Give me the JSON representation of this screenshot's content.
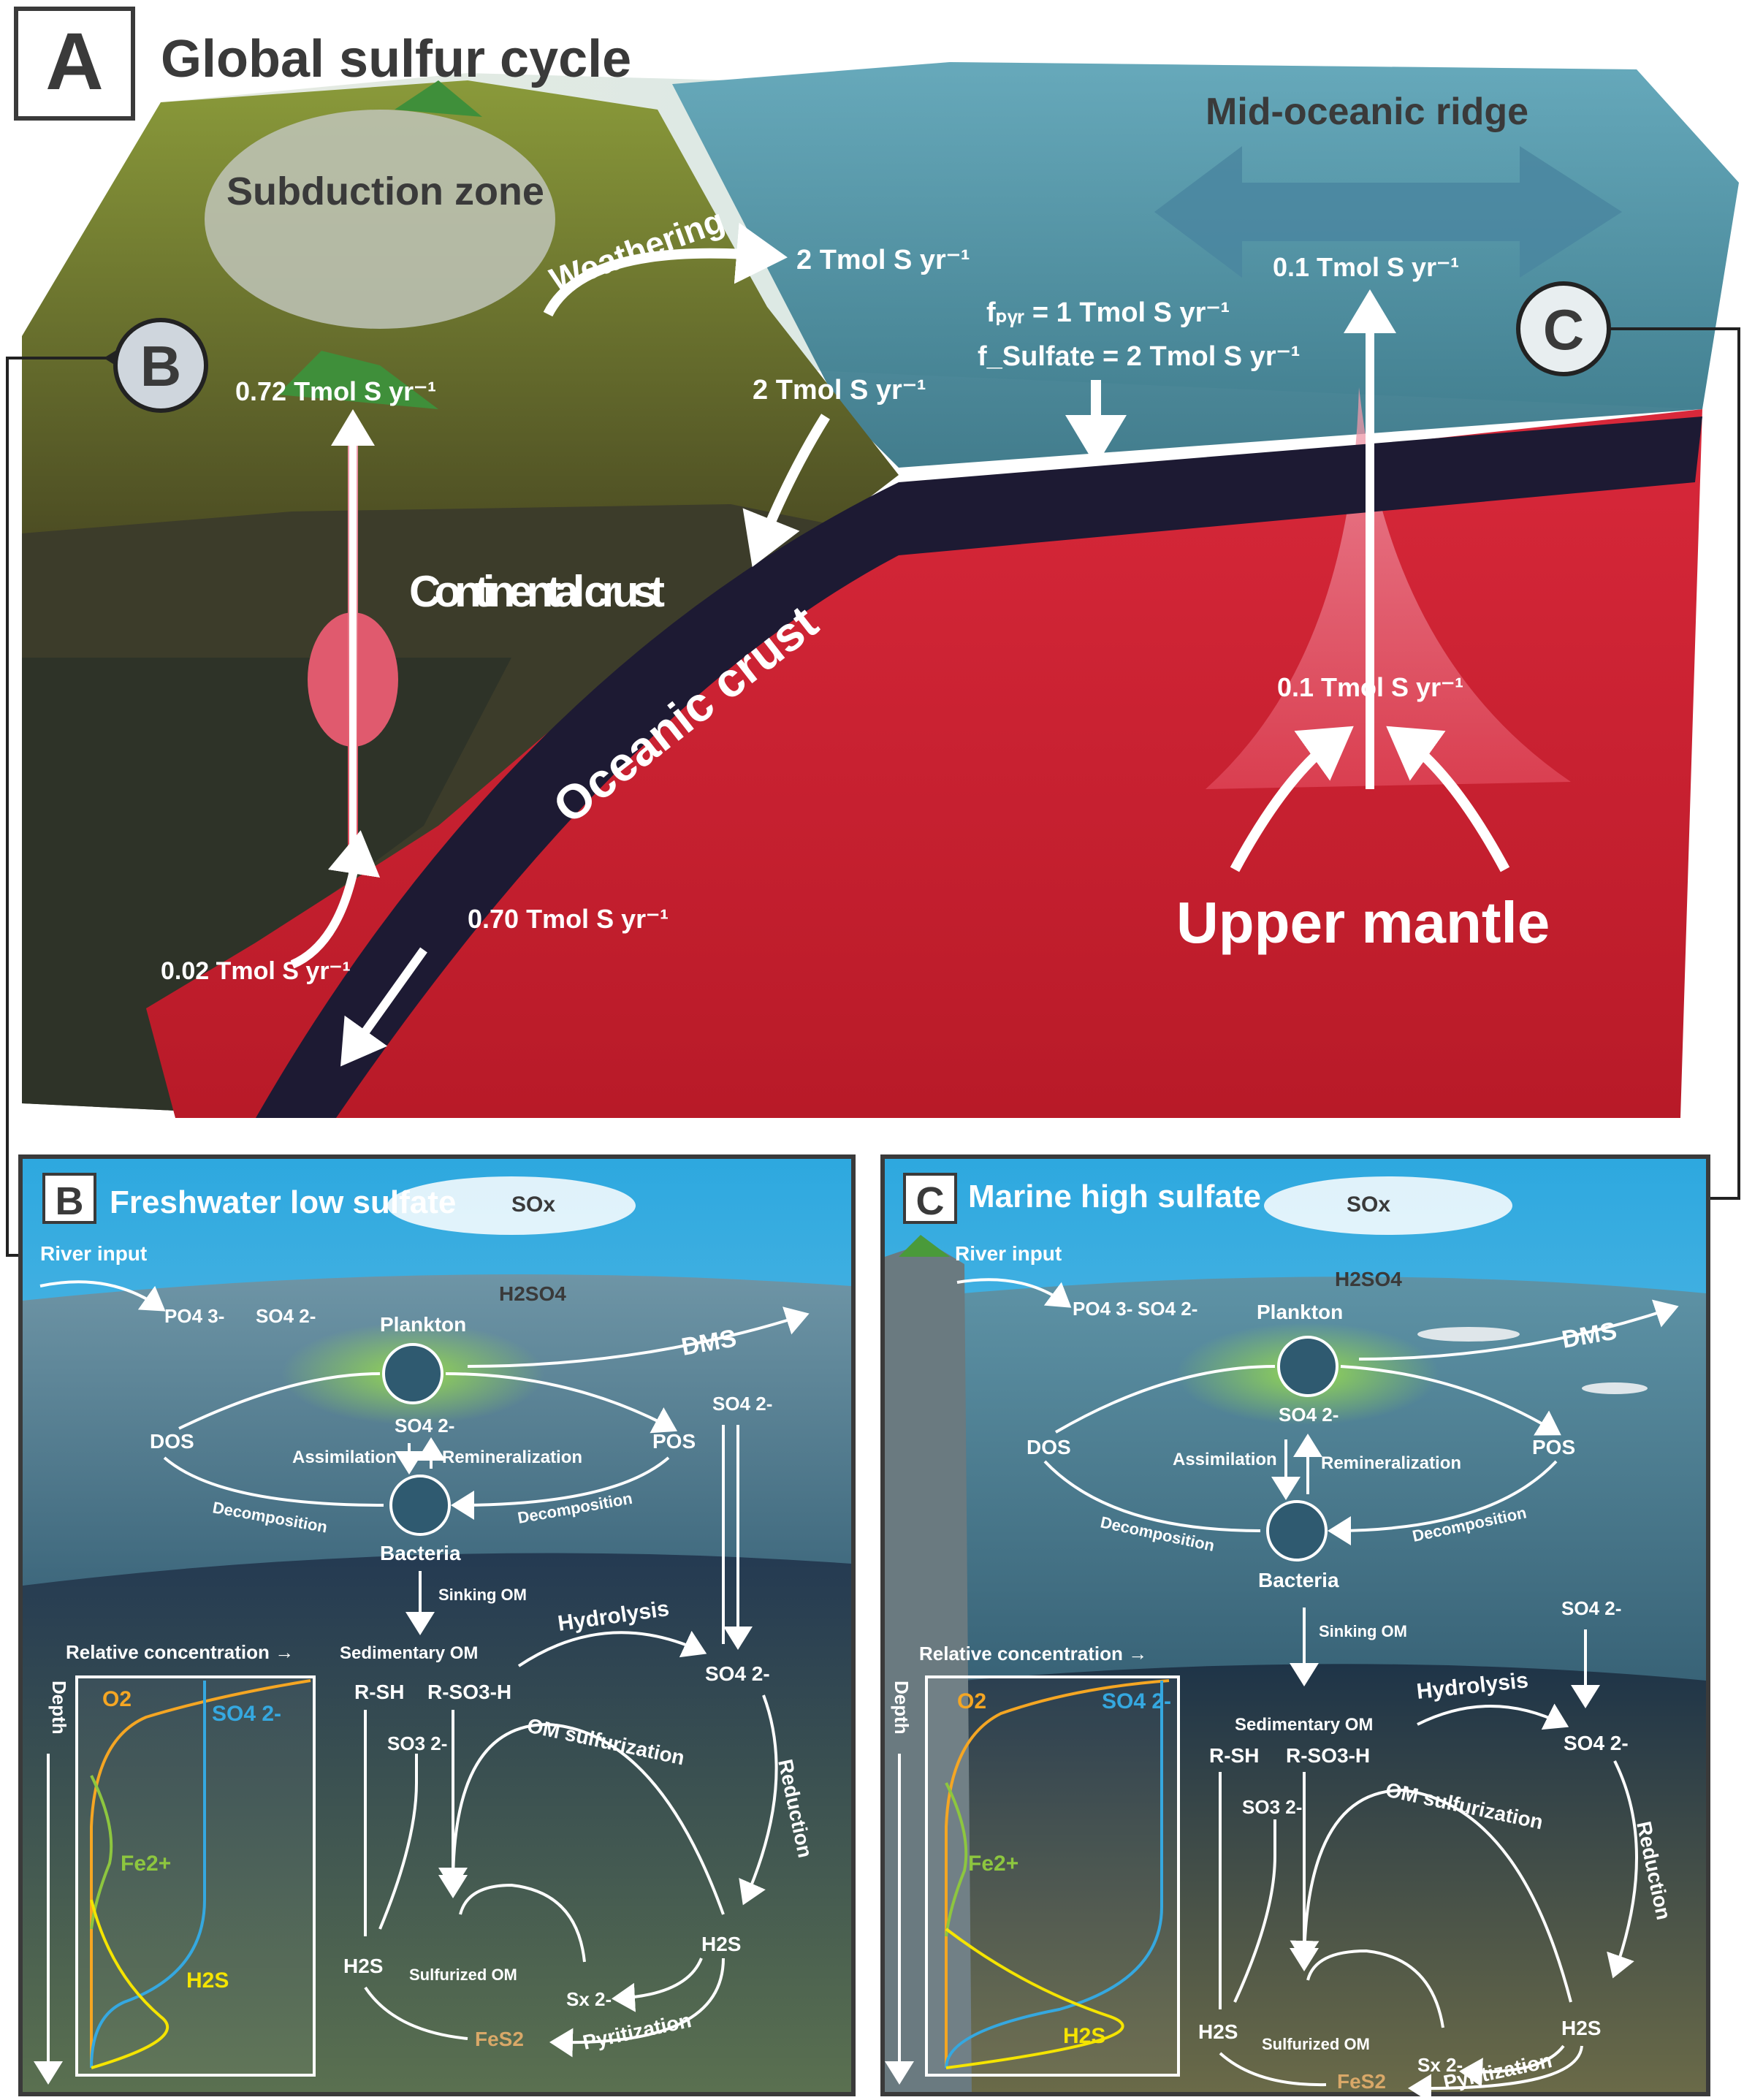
{
  "panel_a": {
    "letter": "A",
    "title": "Global sulfur cycle",
    "subduction_zone": "Subduction zone",
    "mid_oceanic_ridge": "Mid-oceanic ridge",
    "weathering": "Weathering",
    "weathering_flux": "2 Tmol S yr⁻¹",
    "river_to_ocean_flux": "2 Tmol S yr⁻¹",
    "volcanic_flux": "0.72 Tmol S yr⁻¹",
    "f_pyr": "fₚᵧᵣ = 1 Tmol S yr⁻¹",
    "f_sulfate": "f_Sulfate = 2 Tmol S yr⁻¹",
    "ridge_flux_top": "0.1 Tmol S yr⁻¹",
    "ridge_flux_mantle": "0.1 Tmol S yr⁻¹",
    "continental_crust": "Continental crust",
    "oceanic_crust": "Oceanic crust",
    "upper_mantle": "Upper mantle",
    "arc_flux_mantle": "0.02 Tmol S yr⁻¹",
    "slab_flux": "0.70 Tmol S yr⁻¹",
    "link_b": "B",
    "link_c": "C"
  },
  "panel_b": {
    "letter": "B",
    "title": "Freshwater low sulfate",
    "sox": "SOx",
    "h2so4": "H2SO4",
    "river_input": "River input",
    "po4": "PO4 3-",
    "so4_surface": "SO4 2-",
    "plankton": "Plankton",
    "dms": "DMS",
    "so4_water": "SO4 2-",
    "so4_right": "SO4 2-",
    "dos": "DOS",
    "pos": "POS",
    "assimilation": "Assimilation",
    "remineralization": "Remineralization",
    "decomposition_left": "Decomposition",
    "decomposition_right": "Decomposition",
    "bacteria": "Bacteria",
    "sinking_om": "Sinking OM",
    "sedimentary_om": "Sedimentary OM",
    "hydrolysis": "Hydrolysis",
    "so4_sediment": "SO4 2-",
    "r_sh": "R-SH",
    "r_so3h": "R-SO3-H",
    "so3": "SO3 2-",
    "om_sulfurization": "OM sulfurization",
    "reduction": "Reduction",
    "h2s_left": "H2S",
    "h2s_right": "H2S",
    "sulfurized_om": "Sulfurized OM",
    "sx": "Sx 2-",
    "fes2": "FeS2",
    "pyritization": "Pyritization",
    "relative_concentration": "Relative concentration →",
    "depth": "Depth",
    "o2": "O2",
    "so4_profile": "SO4 2-",
    "fe2": "Fe2+",
    "h2s_profile": "H2S"
  },
  "panel_c": {
    "letter": "C",
    "title": "Marine high sulfate",
    "sox": "SOx",
    "h2so4": "H2SO4",
    "river_input": "River input",
    "po4": "PO4 3-",
    "so4_surface": "SO4 2-",
    "plankton": "Plankton",
    "dms": "DMS",
    "so4_water": "SO4 2-",
    "dos": "DOS",
    "pos": "POS",
    "assimilation": "Assimilation",
    "remineralization": "Remineralization",
    "decomposition_left": "Decomposition",
    "decomposition_right": "Decomposition",
    "bacteria": "Bacteria",
    "sinking_om": "Sinking OM",
    "so4_right": "SO4 2-",
    "sedimentary_om": "Sedimentary OM",
    "hydrolysis": "Hydrolysis",
    "so4_sediment": "SO4 2-",
    "r_sh": "R-SH",
    "r_so3h": "R-SO3-H",
    "so3": "SO3 2-",
    "om_sulfurization": "OM sulfurization",
    "reduction": "Reduction",
    "h2s_left": "H2S",
    "h2s_right": "H2S",
    "sulfurized_om": "Sulfurized OM",
    "sx": "Sx 2-",
    "fes2": "FeS2",
    "pyritization": "Pyritization",
    "relative_concentration": "Relative concentration →",
    "depth": "Depth",
    "o2": "O2",
    "so4_profile": "SO4 2-",
    "fe2": "Fe2+",
    "h2s_profile": "H2S"
  },
  "colors": {
    "o2_curve": "#f5a623",
    "so4_curve": "#35a8e0",
    "fe2_curve": "#8dc63f",
    "h2s_curve": "#f5e400",
    "fes2_text": "#d9a868",
    "mantle_red": "#c0202a",
    "oceanic_crust": "#1d1a33"
  }
}
